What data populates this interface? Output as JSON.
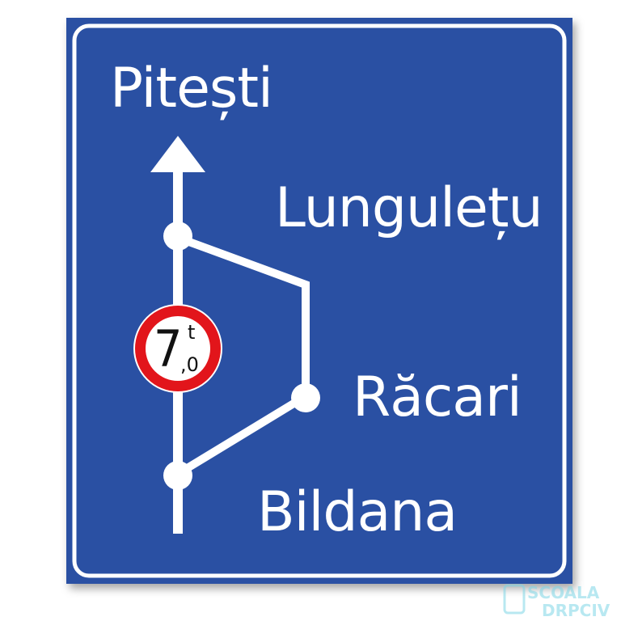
{
  "sign": {
    "background_color": "#2a50a3",
    "border_color": "#ffffff",
    "line_color": "#ffffff",
    "destinations": {
      "top": "Pitești",
      "upper_right": "Lungulețu",
      "middle_right": "Răcari",
      "bottom": "Bildana"
    },
    "weight_limit": {
      "value_main": "7",
      "unit": "t",
      "value_decimal": ",0",
      "ring_color": "#e2151b",
      "fill_color": "#ffffff"
    }
  },
  "watermark": {
    "line1": "SCOALA",
    "line2": "DRPCIV"
  }
}
